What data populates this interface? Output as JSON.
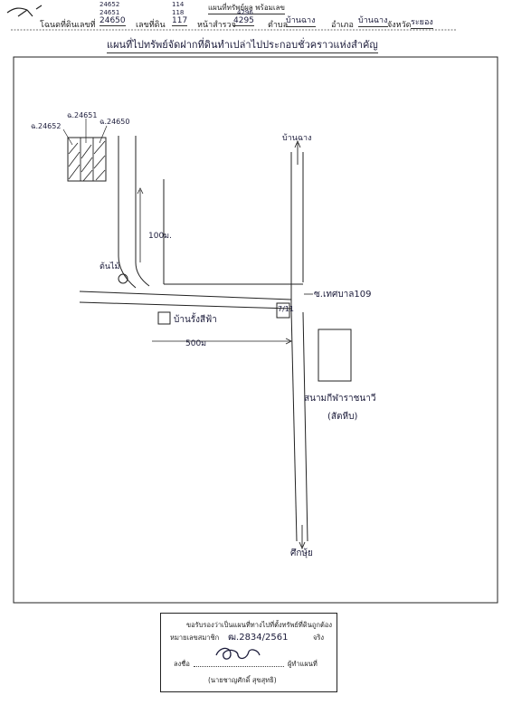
{
  "header": {
    "office_title": "แผนที่ทรัพย์ผล พร้อมเลข",
    "field_deed_label": "โฉนดที่ดินเลขที่",
    "field_deed_values": [
      "24652",
      "24651",
      "24650"
    ],
    "field_land_label": "เลขที่ดิน",
    "field_land_values": [
      "114",
      "118",
      "117"
    ],
    "field_survey_label": "หน้าสำรวจ",
    "field_survey_values": [
      "4296",
      "4295"
    ],
    "field_subdistrict_label": "ตำบล",
    "field_subdistrict_value": "บ้านฉาง",
    "field_district_label": "อำเภอ",
    "field_district_value": "บ้านฉาง",
    "field_province_label": "จังหวัด",
    "field_province_value": "ระยอง",
    "handwritten_title": "แผนที่ไปทรัพย์จัดฝากที่ดินทำเปล่าไปประกอบชั่วคราวแห่งสำคัญ"
  },
  "map": {
    "plot_labels": [
      "ฉ.24652",
      "ฉ.24651",
      "ฉ.24650"
    ],
    "road_north_label": "บ้านฉาง",
    "road_south_label": "ศึกษุ้ย",
    "distance_vertical": "100ม.",
    "distance_horizontal": "500ม",
    "tree_label": "ต้นไม้",
    "soi_label": "ซ.เทศบาล109",
    "store_label": "บ้านรั้งสีฟ้า",
    "house_no_label": "7/11",
    "landmark_label": "สนามกีฬาราชนาวี",
    "landmark_sub_label": "(สัตหีบ)"
  },
  "certification": {
    "line1": "ขอรับรองว่าเป็นแผนที่ทางไปที่ตั้งทรัพย์ที่ดินถูกต้อง",
    "line2_label": "หมายเลขสมาชิก",
    "line2_value": "ฒ.2834/2561",
    "line2_suffix": "จริง",
    "sign_label": "ลงชื่อ",
    "sign_suffix": "ผู้ทำแผนที่",
    "name": "(นายชาญศักดิ์ สุขสุทธิ)"
  }
}
